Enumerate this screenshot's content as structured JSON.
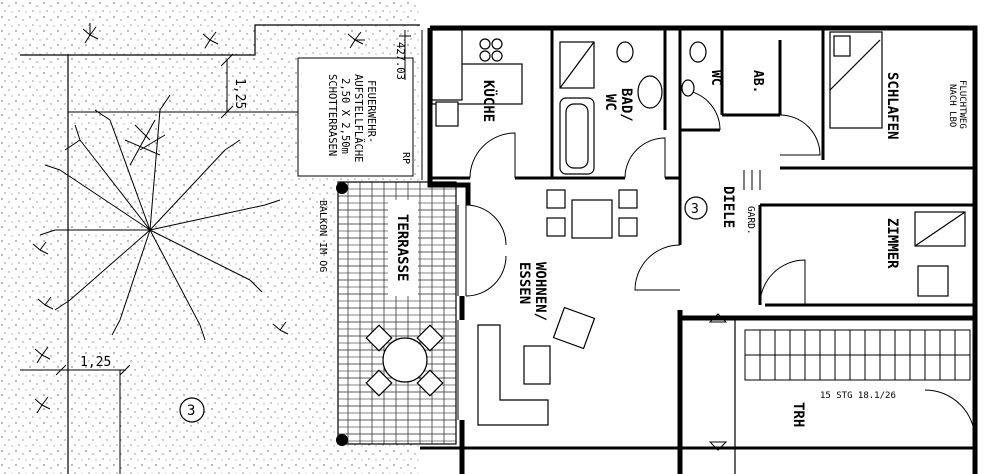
{
  "rooms": {
    "kueche": "KÜCHE",
    "bad_wc_line1": "BAD/",
    "bad_wc_line2": "WC",
    "wc": "WC",
    "ab": "AB.",
    "schlafen": "SCHLAFEN",
    "diele": "DIELE",
    "zimmer": "ZIMMER",
    "wohnen_line1": "WOHNEN/",
    "wohnen_line2": "ESSEN",
    "trh": "TRH",
    "terrasse": "TERRASSE"
  },
  "annotations": {
    "fluchtweg_line1": "FLUCHTWEG",
    "fluchtweg_line2": "NACH LBO",
    "feuerwehr_line1": "FEUERWEHR-",
    "feuerwehr_line2": "AUFSTELLFLÄCHE",
    "feuerwehr_line3": "2,50 X 2,50m",
    "feuerwehr_line4": "SCHOTTERRASEN",
    "balkon": "BALKON IM OG",
    "garderobe": "GARD.",
    "rp": "RP",
    "elevation": "427.03",
    "stairs": "15 STG 18.1/26"
  },
  "dimensions": {
    "top": "1,25",
    "bottom": "1,25"
  },
  "markers": {
    "garden": "3",
    "diele": "3"
  }
}
